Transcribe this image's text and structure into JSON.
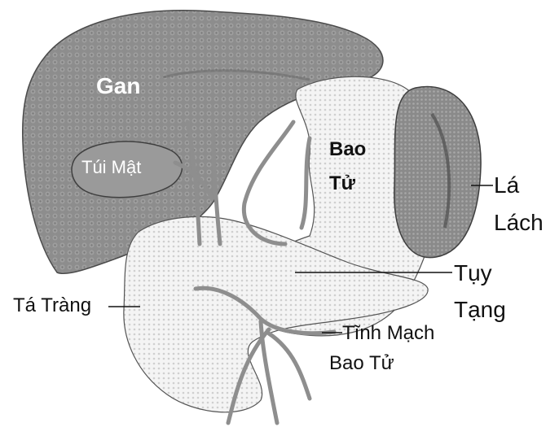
{
  "colors": {
    "liver": "#8a8a8a",
    "liver_dark": "#5e5e5e",
    "stomach": "#f2f2f2",
    "stomach_dot": "#c9c9c9",
    "spleen": "#8c8c8c",
    "gallbladder": "#9a9a9a",
    "vessel": "#9c9c9c",
    "line": "#111111"
  },
  "labels": {
    "gan": "Gan",
    "tui_mat": "Túi Mật",
    "bao_tu_1": "Bao",
    "bao_tu_2": "Tử",
    "la_lach_1": "Lá",
    "la_lach_2": "Lách",
    "tuy_tang_1": "Tụy",
    "tuy_tang_2": "Tạng",
    "ta_trang": "Tá Tràng",
    "tinh_mach_1": "Tĩnh Mạch",
    "tinh_mach_2": "Bao Tử"
  }
}
